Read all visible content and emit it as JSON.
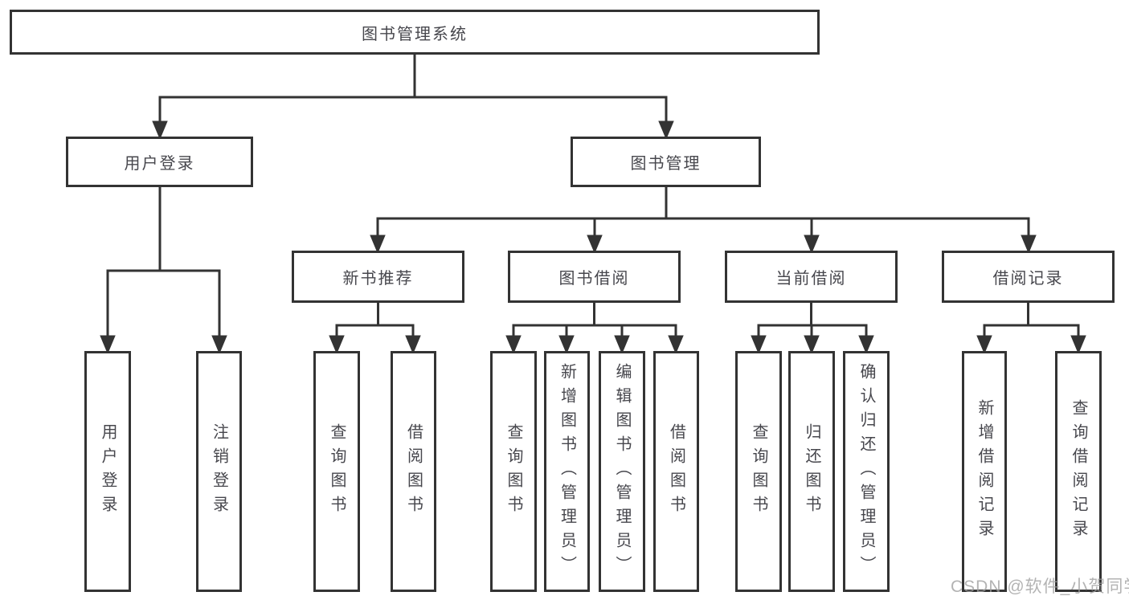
{
  "tree": {
    "root": {
      "label": "图书管理系统",
      "children": [
        {
          "label": "用户登录",
          "children": [
            {
              "label": "用户登录"
            },
            {
              "label": "注销登录"
            }
          ]
        },
        {
          "label": "图书管理",
          "children": [
            {
              "label": "新书推荐",
              "children": [
                {
                  "label": "查询图书"
                },
                {
                  "label": "借阅图书"
                }
              ]
            },
            {
              "label": "图书借阅",
              "children": [
                {
                  "label": "查询图书"
                },
                {
                  "label": "新增图书（管理员）"
                },
                {
                  "label": "编辑图书（管理员）"
                },
                {
                  "label": "借阅图书"
                }
              ]
            },
            {
              "label": "当前借阅",
              "children": [
                {
                  "label": "查询图书"
                },
                {
                  "label": "归还图书"
                },
                {
                  "label": "确认归还（管理员）"
                }
              ]
            },
            {
              "label": "借阅记录",
              "children": [
                {
                  "label": "新增借阅记录"
                },
                {
                  "label": "查询借阅记录"
                }
              ]
            }
          ]
        }
      ]
    }
  },
  "watermark": {
    "text": "CSDN @软件_小贺同学"
  },
  "colors": {
    "line": "#333333",
    "box_border": "#333333",
    "text": "#47474d",
    "background": "#ffffff",
    "watermark": "#9e9e9e"
  }
}
